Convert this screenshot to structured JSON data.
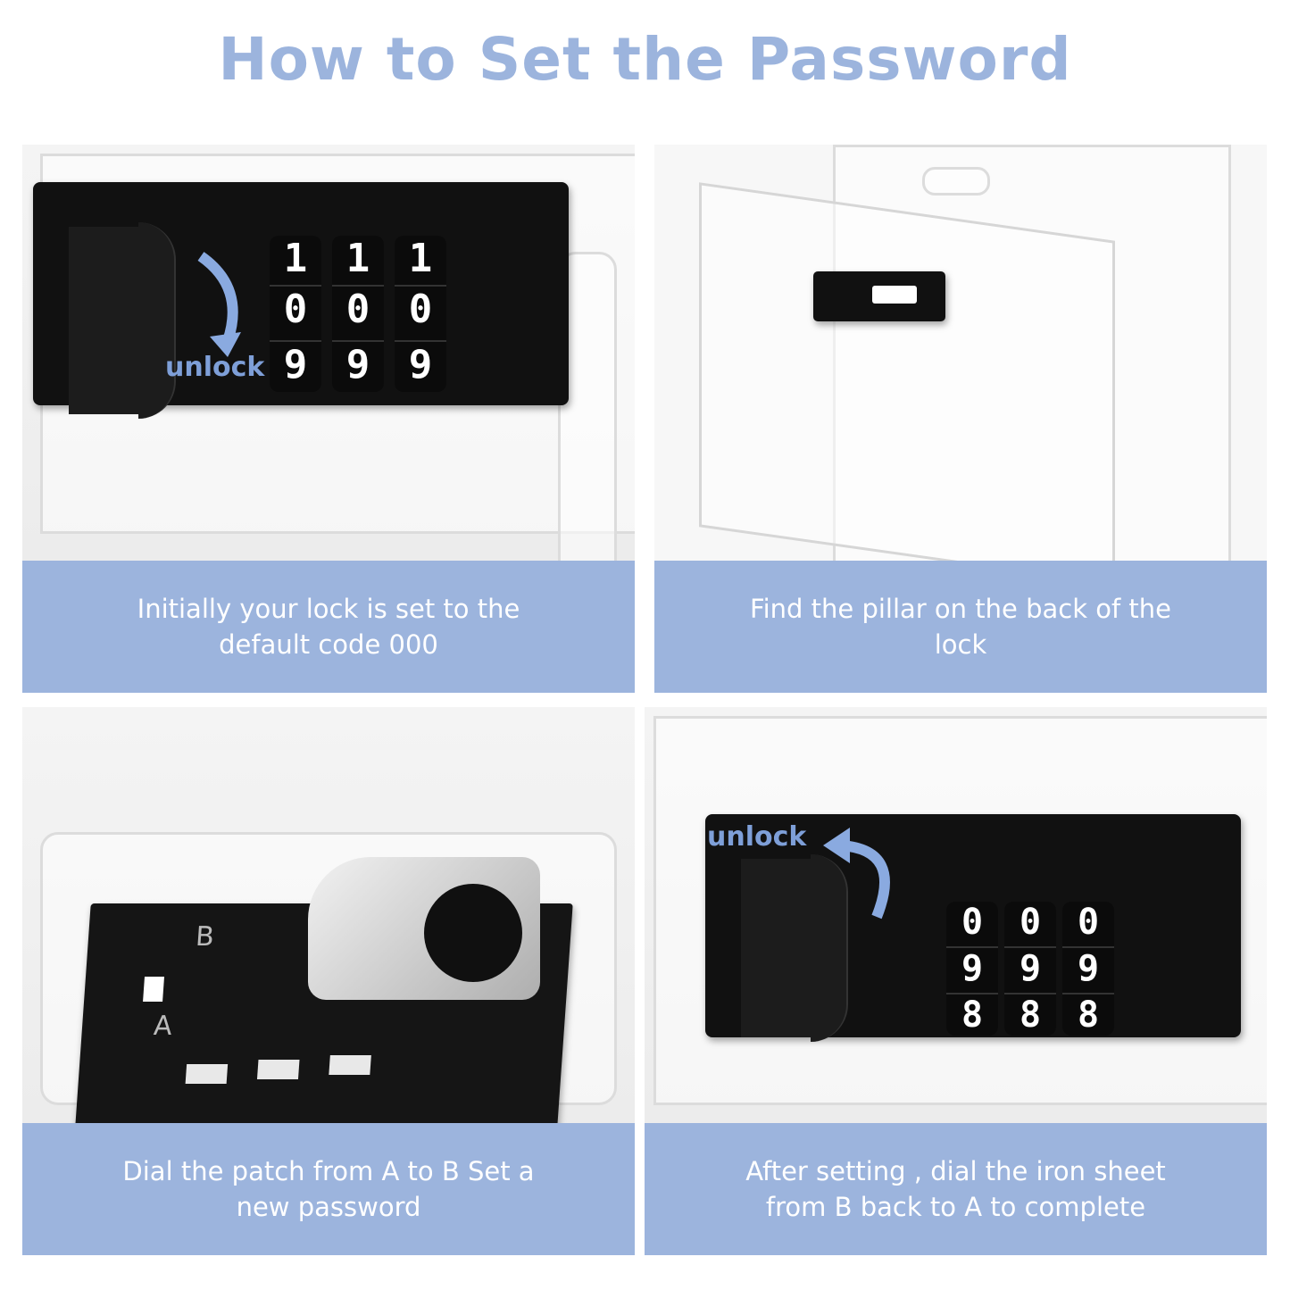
{
  "title": "How to Set the Password",
  "steps": [
    {
      "caption": "Initially your lock is set to the default code 000",
      "label": "unlock",
      "digits": [
        "1",
        "0",
        "9"
      ]
    },
    {
      "caption": "Find the pillar on the back of the lock"
    },
    {
      "caption": "Dial the patch from A to B Set a new password",
      "marks": [
        "B",
        "A"
      ]
    },
    {
      "caption": "After setting , dial the iron sheet from B back to A to complete",
      "label": "unlock",
      "digits": [
        "0",
        "9",
        "8"
      ]
    }
  ],
  "colors": {
    "accent": "#9cb4dd",
    "lock": "#111111"
  },
  "icons": [
    "curved-arrow-down-icon",
    "curved-arrow-left-icon"
  ]
}
